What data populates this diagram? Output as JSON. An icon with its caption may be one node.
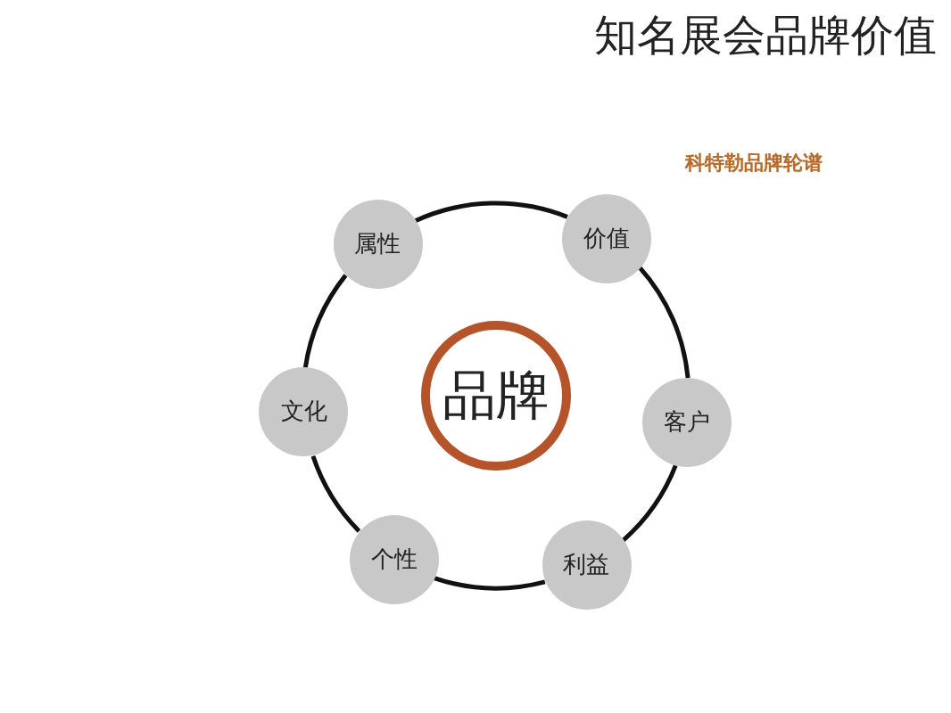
{
  "diagram": {
    "title": "知名展会品牌价值",
    "nodes": [
      {
        "text": [
          "品牌"
        ]
      },
      {
        "text": [
          "属性"
        ]
      },
      {
        "text": [
          "价值"
        ]
      },
      {
        "text": [
          "文化"
        ]
      },
      {
        "text": [
          "客户"
        ]
      },
      {
        "text": [
          "个性"
        ]
      },
      {
        "text": [
          "利益"
        ]
      }
    ],
    "edges": [
      {
        "from": 1,
        "to": 2,
        "arrow": "none"
      },
      {
        "from": 2,
        "to": 4,
        "arrow": "none"
      },
      {
        "from": 4,
        "to": 6,
        "arrow": "none"
      },
      {
        "from": 6,
        "to": 5,
        "arrow": "none"
      },
      {
        "from": 5,
        "to": 3,
        "arrow": "none"
      },
      {
        "from": 3,
        "to": 1,
        "arrow": "none"
      }
    ],
    "labels": [
      "科特勒品牌轮谱"
    ]
  }
}
